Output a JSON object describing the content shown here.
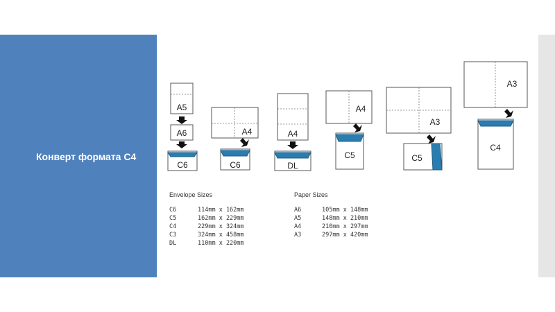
{
  "slide": {
    "title": "Конверт формата С4"
  },
  "diagram": {
    "labels": {
      "a5": "A5",
      "a6": "A6",
      "c6_1": "C6",
      "a4_1": "A4",
      "c6_2": "C6",
      "a4_2": "A4",
      "dl": "DL",
      "a4_3": "A4",
      "c5_1": "C5",
      "a3_1": "A3",
      "c5_2": "C5",
      "a3_2": "A3",
      "c4": "C4"
    }
  },
  "envelope_sizes": {
    "heading": "Envelope Sizes",
    "rows": [
      {
        "name": "C6",
        "size": "114mm x 162mm"
      },
      {
        "name": "C5",
        "size": "162mm x 229mm"
      },
      {
        "name": "C4",
        "size": "229mm x 324mm"
      },
      {
        "name": "C3",
        "size": "324mm x 458mm"
      },
      {
        "name": "DL",
        "size": "110mm x 220mm"
      }
    ]
  },
  "paper_sizes": {
    "heading": "Paper Sizes",
    "rows": [
      {
        "name": "A6",
        "size": "105mm x 148mm"
      },
      {
        "name": "A5",
        "size": "148mm x 210mm"
      },
      {
        "name": "A4",
        "size": "210mm x 297mm"
      },
      {
        "name": "A3",
        "size": "297mm x 420mm"
      }
    ]
  }
}
